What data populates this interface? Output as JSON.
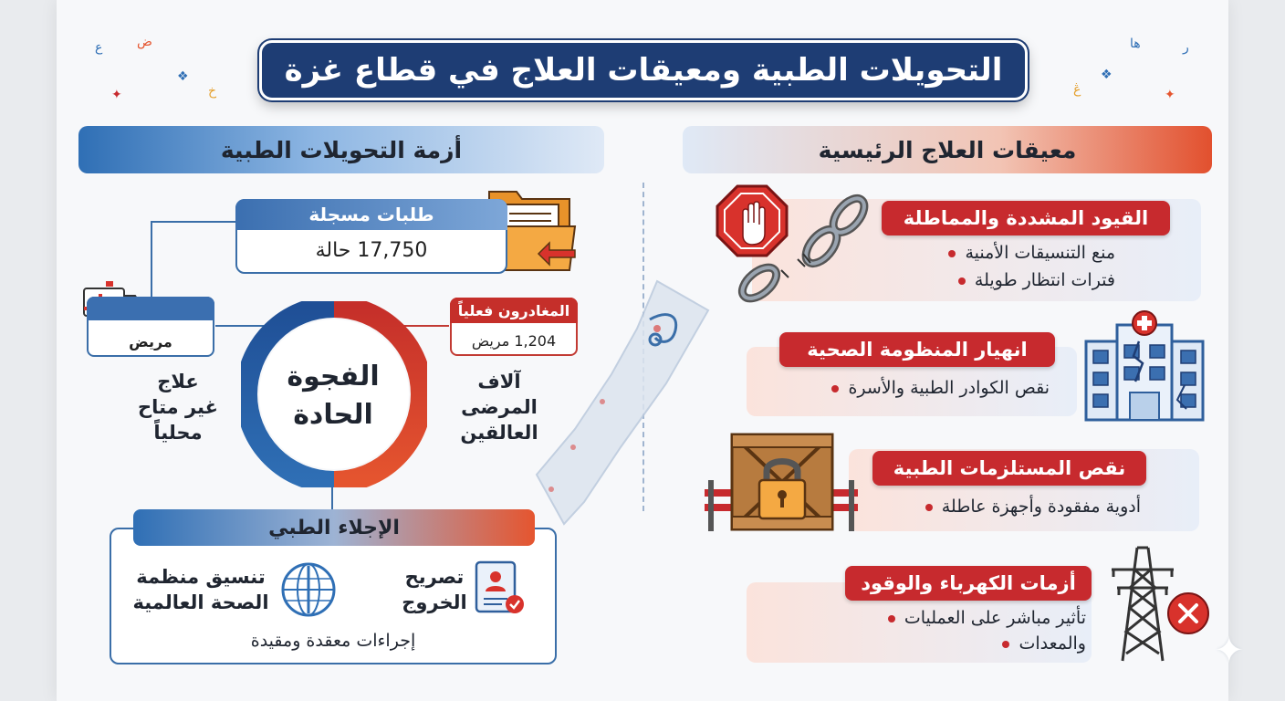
{
  "title": "التحويلات الطبية ومعيقات العلاج في قطاع غزة",
  "left_section": {
    "header": "أزمة التحويلات الطبية",
    "requests": {
      "label": "طلبات مسجلة",
      "value": "17,750 حالة"
    },
    "patient": {
      "label": "مريض"
    },
    "leavers": {
      "label": "المغادرون فعلياً",
      "value": "1,204 مريض"
    },
    "gap": {
      "line1": "الفجوة",
      "line2": "الحادة"
    },
    "left_note": {
      "line1": "علاج",
      "line2": "غير متاح",
      "line3": "محلياً"
    },
    "right_note": {
      "line1": "آلاف",
      "line2": "المرضى",
      "line3": "العالقين"
    },
    "evacuation": {
      "header": "الإجلاء الطبي",
      "permit": {
        "line1": "تصريح",
        "line2": "الخروج"
      },
      "who": {
        "line1": "تنسيق منظمة",
        "line2": "الصحة العالمية"
      },
      "footer": "إجراءات معقدة ومقيدة"
    }
  },
  "right_section": {
    "header": "معيقات العلاج الرئيسية",
    "cards": [
      {
        "title": "القيود المشددة والمماطلة",
        "bullets": [
          "منع التنسيقات الأمنية",
          "فترات انتظار طويلة"
        ],
        "icon": "stop-chain-icon"
      },
      {
        "title": "انهيار المنظومة الصحية",
        "bullets": [
          "نقص الكوادر الطبية والأسرة"
        ],
        "icon": "cracked-hospital-icon"
      },
      {
        "title": "نقص المستلزمات الطبية",
        "bullets": [
          "أدوية مفقودة وأجهزة عاطلة"
        ],
        "icon": "locked-crate-icon"
      },
      {
        "title": "أزمات الكهرباء والوقود",
        "bullets": [
          "تأثير مباشر على العمليات",
          "والمعدات"
        ],
        "icon": "power-tower-icon"
      }
    ]
  },
  "colors": {
    "navy": "#1e3d74",
    "blue": "#3b6fb0",
    "red": "#c72a2e",
    "orange": "#e5552f"
  }
}
